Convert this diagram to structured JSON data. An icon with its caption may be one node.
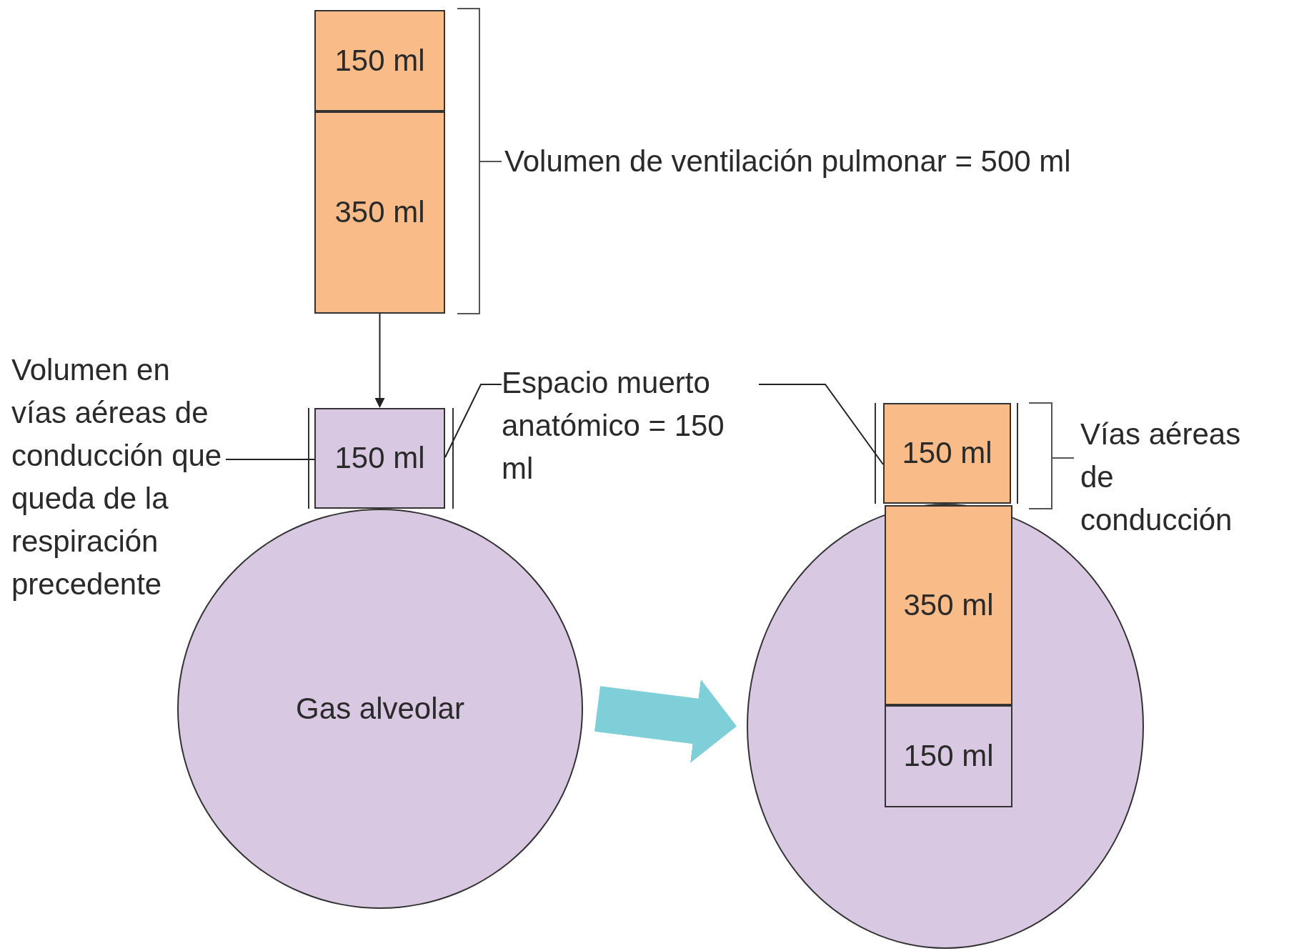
{
  "diagram": {
    "nodes": [
      {
        "text": [
          "150 ml"
        ]
      },
      {
        "text": [
          "350 ml"
        ]
      },
      {
        "text": [
          "Volumen en vías aéreas de conducción que queda de la respiración precedente"
        ]
      },
      {
        "text": [
          "150 ml"
        ]
      },
      {
        "text": [
          "Espacio muerto anatómico = 150 ml"
        ]
      },
      {
        "text": [
          "Gas alveolar"
        ]
      },
      {
        "text": [],
        "shape": "circle"
      },
      {
        "text": [
          "150 ml"
        ]
      },
      {
        "text": [
          "350 ml"
        ],
        "in": 6
      },
      {
        "text": [
          "150 ml"
        ],
        "in": 6
      }
    ],
    "edges": [
      {
        "from": 1,
        "to": 3,
        "arrow": "to"
      },
      {
        "from": 2,
        "to": 3,
        "arrow": "none"
      },
      {
        "from": 4,
        "to": 3,
        "arrow": "none"
      },
      {
        "from": 4,
        "to": 7,
        "arrow": "none"
      },
      {
        "from": 5,
        "to": 6,
        "arrow": "to",
        "style": "thick",
        "color": "#7fcfd8"
      }
    ],
    "labels": [
      "Volumen de ventilación pulmonar = 500 ml",
      "Vías aéreas de conducción"
    ]
  }
}
